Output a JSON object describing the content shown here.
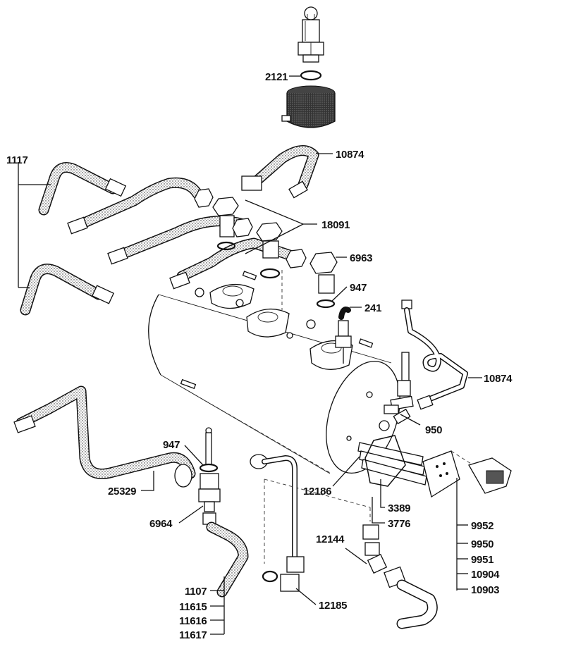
{
  "parts": {
    "p2121": "2121",
    "p1117": "1117",
    "p10874a": "10874",
    "p18091": "18091",
    "p6963": "6963",
    "p947a": "947",
    "p241": "241",
    "p10874b": "10874",
    "p950": "950",
    "p947b": "947",
    "p25329": "25329",
    "p6964": "6964",
    "p12186": "12186",
    "p3389": "3389",
    "p3776": "3776",
    "p12144": "12144",
    "p9952": "9952",
    "p9950": "9950",
    "p9951": "9951",
    "p10904": "10904",
    "p10903": "10903",
    "p1107": "1107",
    "p11615": "11615",
    "p11616": "11616",
    "p11617": "11617",
    "p12185": "12185"
  }
}
